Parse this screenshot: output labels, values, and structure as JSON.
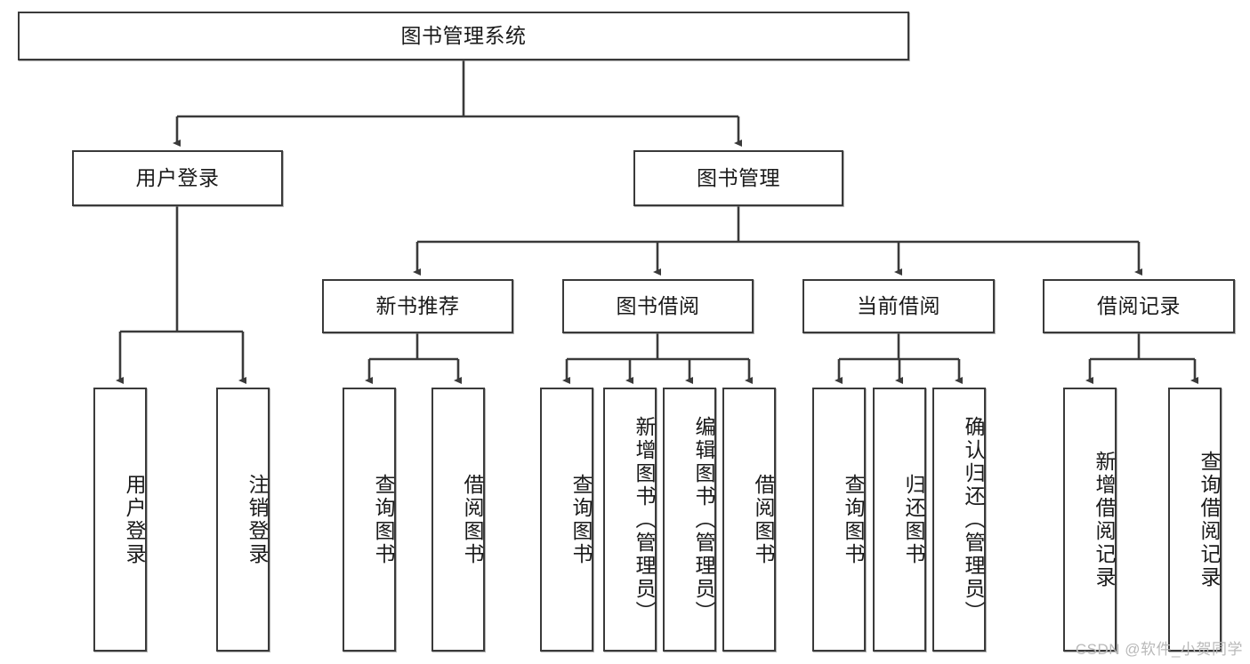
{
  "diagram": {
    "type": "tree-hierarchy",
    "title": "图书管理系统",
    "orientation": "top-down",
    "colors": {
      "box_border": "#3a3a3a",
      "box_fill": "#ffffff",
      "edge": "#3a3a3a",
      "text": "#1a1a1a",
      "watermark": "#b9b9b9"
    },
    "levels": {
      "root": {
        "label": "图书管理系统"
      },
      "level2": [
        {
          "label": "用户登录"
        },
        {
          "label": "图书管理"
        }
      ],
      "level3": [
        {
          "label": "新书推荐"
        },
        {
          "label": "图书借阅"
        },
        {
          "label": "当前借阅"
        },
        {
          "label": "借阅记录"
        }
      ],
      "leaves": {
        "user_login": [
          {
            "label": "用户登录"
          },
          {
            "label": "注销登录"
          }
        ],
        "new_book_recommend": [
          {
            "label": "查询图书"
          },
          {
            "label": "借阅图书"
          }
        ],
        "book_borrow": [
          {
            "label": "查询图书"
          },
          {
            "label": "新增图书（管理员）"
          },
          {
            "label": "编辑图书（管理员）"
          },
          {
            "label": "借阅图书"
          }
        ],
        "current_borrow": [
          {
            "label": "查询图书"
          },
          {
            "label": "归还图书"
          },
          {
            "label": "确认归还（管理员）"
          }
        ],
        "borrow_record": [
          {
            "label": "新增借阅记录"
          },
          {
            "label": "查询借阅记录"
          }
        ]
      }
    },
    "watermark": "CSDN @软件_小贺同学"
  }
}
